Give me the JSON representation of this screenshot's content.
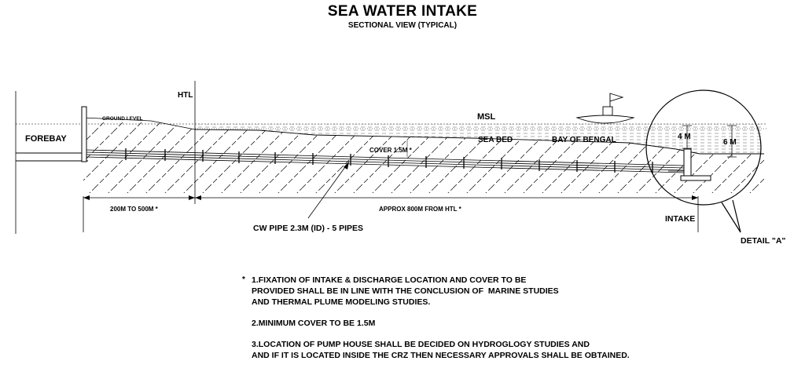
{
  "header": {
    "title": "SEA WATER INTAKE",
    "subtitle": "SECTIONAL VIEW (TYPICAL)"
  },
  "labels": {
    "htl": "HTL",
    "ground_level": "GROUND LEVEL",
    "msl": "MSL",
    "forebay": "FOREBAY",
    "sea_bed": "SEA BED",
    "bay_of_bengal": "BAY OF BENGAL",
    "cover": "COVER  1.5M *",
    "depth_4m": "4 M",
    "depth_6m": "6 M",
    "dim_left": "200M TO 500M *",
    "dim_right": "APPROX 800M FROM HTL *",
    "intake": "INTAKE",
    "pipe": "CW PIPE 2.3M (ID) - 5 PIPES",
    "detail": "DETAIL \"A\""
  },
  "notes": {
    "marker": "*",
    "items": [
      "1.FIXATION OF INTAKE & DISCHARGE LOCATION AND COVER TO BE\nPROVIDED SHALL BE IN LINE WITH THE CONCLUSION OF  MARINE STUDIES\nAND THERMAL PLUME MODELING STUDIES.",
      "2.MINIMUM COVER TO BE 1.5M",
      "3.LOCATION OF PUMP HOUSE SHALL BE DECIDED ON HYDROGLOGY STUDIES AND\nAND IF IT IS LOCATED INSIDE THE CRZ THEN NECESSARY APPROVALS SHALL BE OBTAINED."
    ]
  }
}
